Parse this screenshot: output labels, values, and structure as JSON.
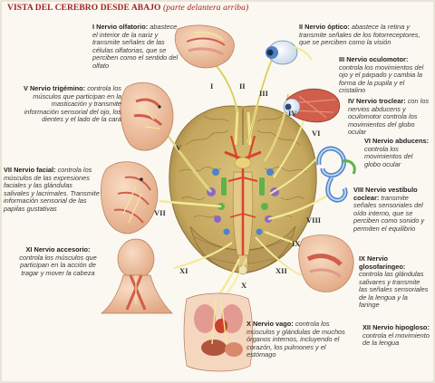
{
  "title": {
    "main": "VISTA DEL CEREBRO DESDE ABAJO",
    "sub": "(parte delantera arriba)"
  },
  "nerves": [
    {
      "id": "olfatorio",
      "numeral": "I",
      "name": "I Nervio olfatorio:",
      "desc": "abastece el interior de la nariz y transmite señales de las células olfatorias, que se perciben como el sentido del olfato"
    },
    {
      "id": "optico",
      "numeral": "II",
      "name": "II Nervio óptico:",
      "desc": "abastece la retina y transmite señales de los fotorreceptores, que se perciben como la visión"
    },
    {
      "id": "oculomotor",
      "numeral": "III",
      "name": "III Nervio oculomotor:",
      "desc": "controla los movimientos del ojo y el párpado y cambia la forma de la pupila y el cristalino"
    },
    {
      "id": "troclear",
      "numeral": "IV",
      "name": "IV Nervio troclear:",
      "desc": "con los nervios abducens y oculomotor controla los movimientos del globo ocular"
    },
    {
      "id": "trigemino",
      "numeral": "V",
      "name": "V Nervio trigémino:",
      "desc": "controla los músculos que participan en la masticación y transmite información sensorial del ojo, los dientes y el lado de la cara"
    },
    {
      "id": "abducens",
      "numeral": "VI",
      "name": "VI Nervio abducens:",
      "desc": "controla los movimientos del globo ocular"
    },
    {
      "id": "facial",
      "numeral": "VII",
      "name": "VII Nervio facial:",
      "desc": "controla los músculos de las expresiones faciales y las glándulas salivales y lacrimales. Transmite información sensorial de las papilas gustativas"
    },
    {
      "id": "vestibulococlear",
      "numeral": "VIII",
      "name": "VIII Nervio vestíbulo coclear:",
      "desc": "transmite señales sensoriales del oído interno, que se perciben como sonido y permiten el equilibrio"
    },
    {
      "id": "glosofaringeo",
      "numeral": "IX",
      "name": "IX Nervio glosofaríngeo:",
      "desc": "controla las glándulas salivares y transmite las señales sensoriales de la lengua y la faringe"
    },
    {
      "id": "vago",
      "numeral": "X",
      "name": "X Nervio vago:",
      "desc": "controla los músculos y glándulas de muchos órganos internos, incluyendo el corazón, los pulmones y el estómago"
    },
    {
      "id": "accesorio",
      "numeral": "XI",
      "name": "XI Nervio accesorio:",
      "desc": "controla los músculos que participan en la acción de tragar y mover la cabeza"
    },
    {
      "id": "hipogloso",
      "numeral": "XII",
      "name": "XII Nervio hipogloso:",
      "desc": "controla el movimiento de la lengua"
    }
  ],
  "colors": {
    "title": "#a02222",
    "brain": "#c9ac63",
    "brain_shadow": "#9f8442",
    "nerve_yellow": "#f3ea98",
    "nerve_red": "#d9432c",
    "nerve_purple": "#8e67c6",
    "nerve_blue": "#4d83c9",
    "nerve_green": "#5fb24a",
    "skin": "#f3c6a3",
    "muscle": "#cf5e4b"
  }
}
